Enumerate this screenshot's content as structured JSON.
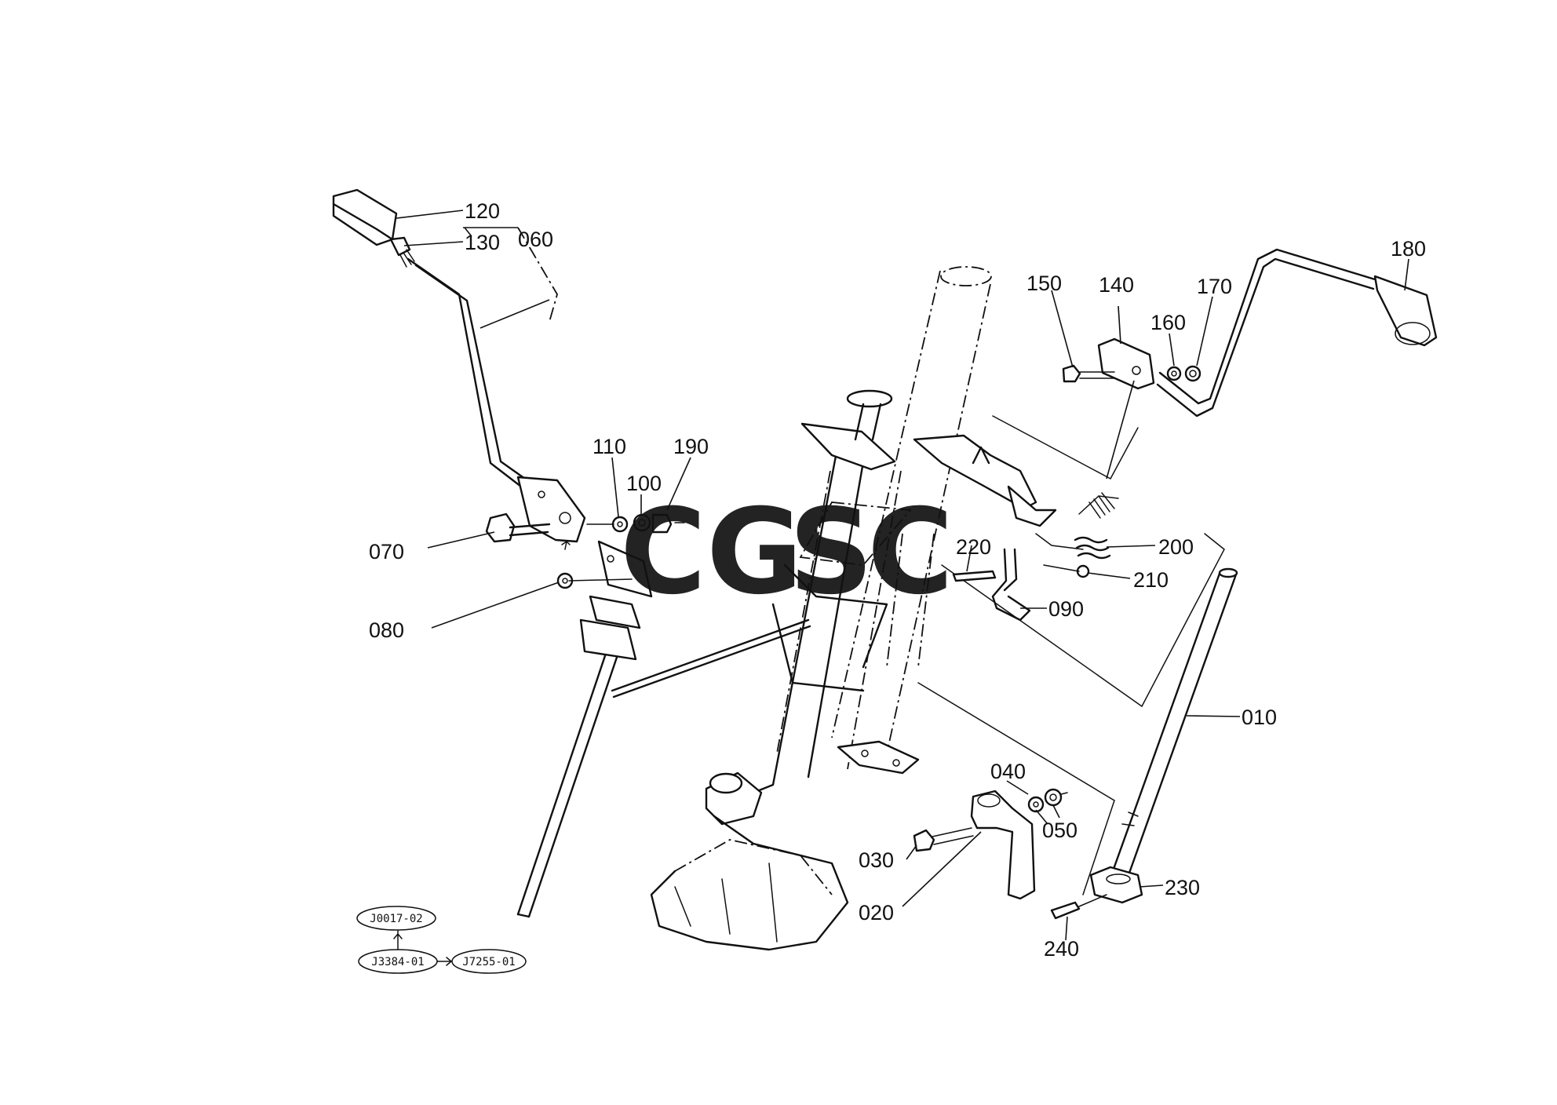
{
  "diagram": {
    "callouts": [
      {
        "id": "010",
        "label": "010"
      },
      {
        "id": "020",
        "label": "020"
      },
      {
        "id": "030",
        "label": "030"
      },
      {
        "id": "040",
        "label": "040"
      },
      {
        "id": "050",
        "label": "050"
      },
      {
        "id": "060",
        "label": "060"
      },
      {
        "id": "070",
        "label": "070"
      },
      {
        "id": "080",
        "label": "080"
      },
      {
        "id": "090",
        "label": "090"
      },
      {
        "id": "100",
        "label": "100"
      },
      {
        "id": "110",
        "label": "110"
      },
      {
        "id": "120",
        "label": "120"
      },
      {
        "id": "130",
        "label": "130"
      },
      {
        "id": "140",
        "label": "140"
      },
      {
        "id": "150",
        "label": "150"
      },
      {
        "id": "160",
        "label": "160"
      },
      {
        "id": "170",
        "label": "170"
      },
      {
        "id": "180",
        "label": "180"
      },
      {
        "id": "190",
        "label": "190"
      },
      {
        "id": "200",
        "label": "200"
      },
      {
        "id": "210",
        "label": "210"
      },
      {
        "id": "220",
        "label": "220"
      },
      {
        "id": "230",
        "label": "230"
      },
      {
        "id": "240",
        "label": "240"
      }
    ],
    "references": [
      {
        "id": "ref-top",
        "label": "J0017-02"
      },
      {
        "id": "ref-left",
        "label": "J3384-01"
      },
      {
        "id": "ref-right",
        "label": "J7255-01"
      }
    ]
  },
  "watermark": {
    "letters": [
      {
        "char": "C",
        "color": "#7ea7f5"
      },
      {
        "char": "G",
        "color": "#f28b82"
      },
      {
        "char": "S",
        "color": "#f9d86b"
      },
      {
        "char": "C",
        "color": "#6fbf8f"
      }
    ]
  }
}
